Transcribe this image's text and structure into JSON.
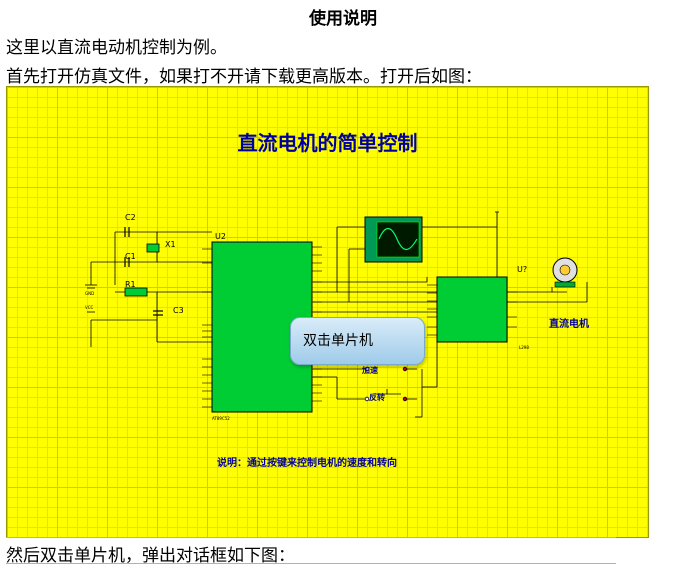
{
  "doc": {
    "title": "使用说明",
    "para1": "这里以直流电动机控制为例。",
    "para2": "首先打开仿真文件，如果打不开请下载更高版本。打开后如图：",
    "para3": "然后双击单片机，弹出对话框如下图："
  },
  "figure": {
    "schematic_title": "直流电机的简单控制",
    "note": "说明：通过按键来控制电机的速度和转向",
    "callout": "双击单片机",
    "motor_label": "直流电机",
    "btn_accel": "加速",
    "btn_reverse": "反转",
    "refs": {
      "u2": "U2",
      "c1": "C1",
      "c2": "C2",
      "c3": "C3",
      "x1": "X1",
      "r1": "R1",
      "u_driver": "U?",
      "gnd": "GND",
      "vcc": "VCC",
      "mcu_part": "AT89C52",
      "driver_part": "L298"
    }
  },
  "colors": {
    "figure_bg": "#ffff00",
    "chip_green": "#00cc33",
    "wire": "#000000",
    "title_blue": "#0000a0",
    "callout_blue": "#9fcbe9"
  }
}
